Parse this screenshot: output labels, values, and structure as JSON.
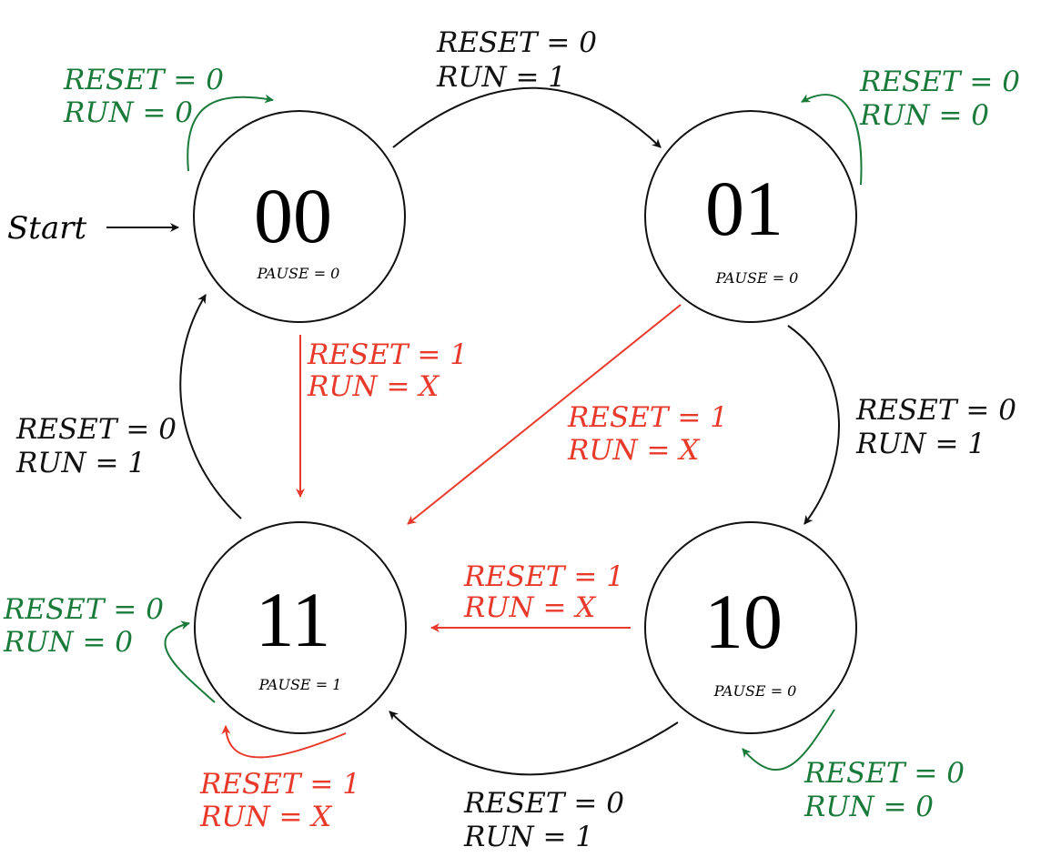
{
  "colors": {
    "black": "#111111",
    "red": "#e8392b",
    "green": "#1a7a3a"
  },
  "start_label": "Start",
  "states": {
    "s00": {
      "name": "00",
      "output": "PAUSE = 0"
    },
    "s01": {
      "name": "01",
      "output": "PAUSE = 0"
    },
    "s10": {
      "name": "10",
      "output": "PAUSE = 0"
    },
    "s11": {
      "name": "11",
      "output": "PAUSE = 1"
    }
  },
  "transitions": {
    "t00_01": {
      "line1": "RESET = 0",
      "line2": "RUN = 1"
    },
    "t00_self": {
      "line1": "RESET = 0",
      "line2": "RUN = 0"
    },
    "t01_self": {
      "line1": "RESET = 0",
      "line2": "RUN = 0"
    },
    "t00_11": {
      "line1": "RESET = 1",
      "line2": "RUN = X"
    },
    "t01_11": {
      "line1": "RESET = 1",
      "line2": "RUN = X"
    },
    "t11_00": {
      "line1": "RESET = 0",
      "line2": "RUN = 1"
    },
    "t01_10": {
      "line1": "RESET = 0",
      "line2": "RUN = 1"
    },
    "t10_11_red": {
      "line1": "RESET = 1",
      "line2": "RUN = X"
    },
    "t11_self_green": {
      "line1": "RESET = 0",
      "line2": "RUN = 0"
    },
    "t11_self_red": {
      "line1": "RESET = 1",
      "line2": "RUN = X"
    },
    "t10_11": {
      "line1": "RESET = 0",
      "line2": "RUN = 1"
    },
    "t10_self": {
      "line1": "RESET = 0",
      "line2": "RUN = 0"
    }
  }
}
